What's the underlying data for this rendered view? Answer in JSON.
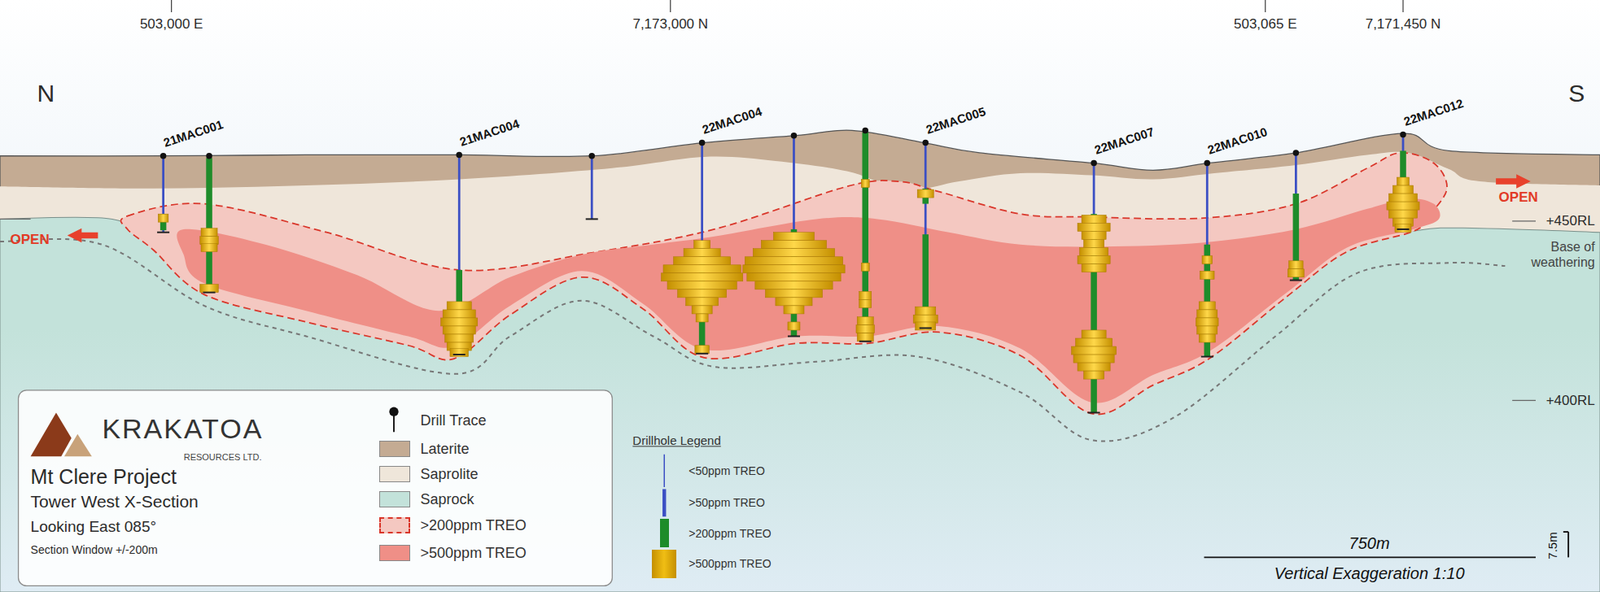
{
  "diagram": {
    "title": "Mt Clere Project",
    "labels": [
      "503,000 E",
      "7,173,000 N",
      "503,065 E",
      "7,171,450 N",
      "N",
      "S",
      "21MAC001",
      "21MAC004",
      "22MAC004",
      "22MAC005",
      "22MAC007",
      "22MAC010",
      "22MAC012",
      "OPEN",
      "OPEN",
      "+450RL",
      "+400RL",
      "Base of weathering",
      "KRAKATOA",
      "RESOURCES LTD.",
      "Tower West X-Section",
      "Looking East 085°",
      "Section Window +/-200m",
      "Drillhole Legend",
      "750m",
      "Vertical Exaggeration 1:10",
      "7.5m"
    ],
    "legend": [
      {
        "text": "Drill Trace"
      },
      {
        "text": "Laterite",
        "color": "#c4ab93"
      },
      {
        "text": "Saprolite",
        "color": "#efe6da"
      },
      {
        "text": "Saprock",
        "color": "#c3e2da"
      },
      {
        "text": ">200ppm TREO",
        "color": "#f4c8c1"
      },
      {
        "text": ">500ppm TREO",
        "color": "#ef8f87"
      },
      {
        "text": "<50ppm TREO"
      },
      {
        "text": ">50ppm TREO"
      },
      {
        "text": ">200ppm TREO",
        "color": "#1e8c2a"
      },
      {
        "text": ">500ppm TREO",
        "color": "#f0be14"
      }
    ]
  }
}
